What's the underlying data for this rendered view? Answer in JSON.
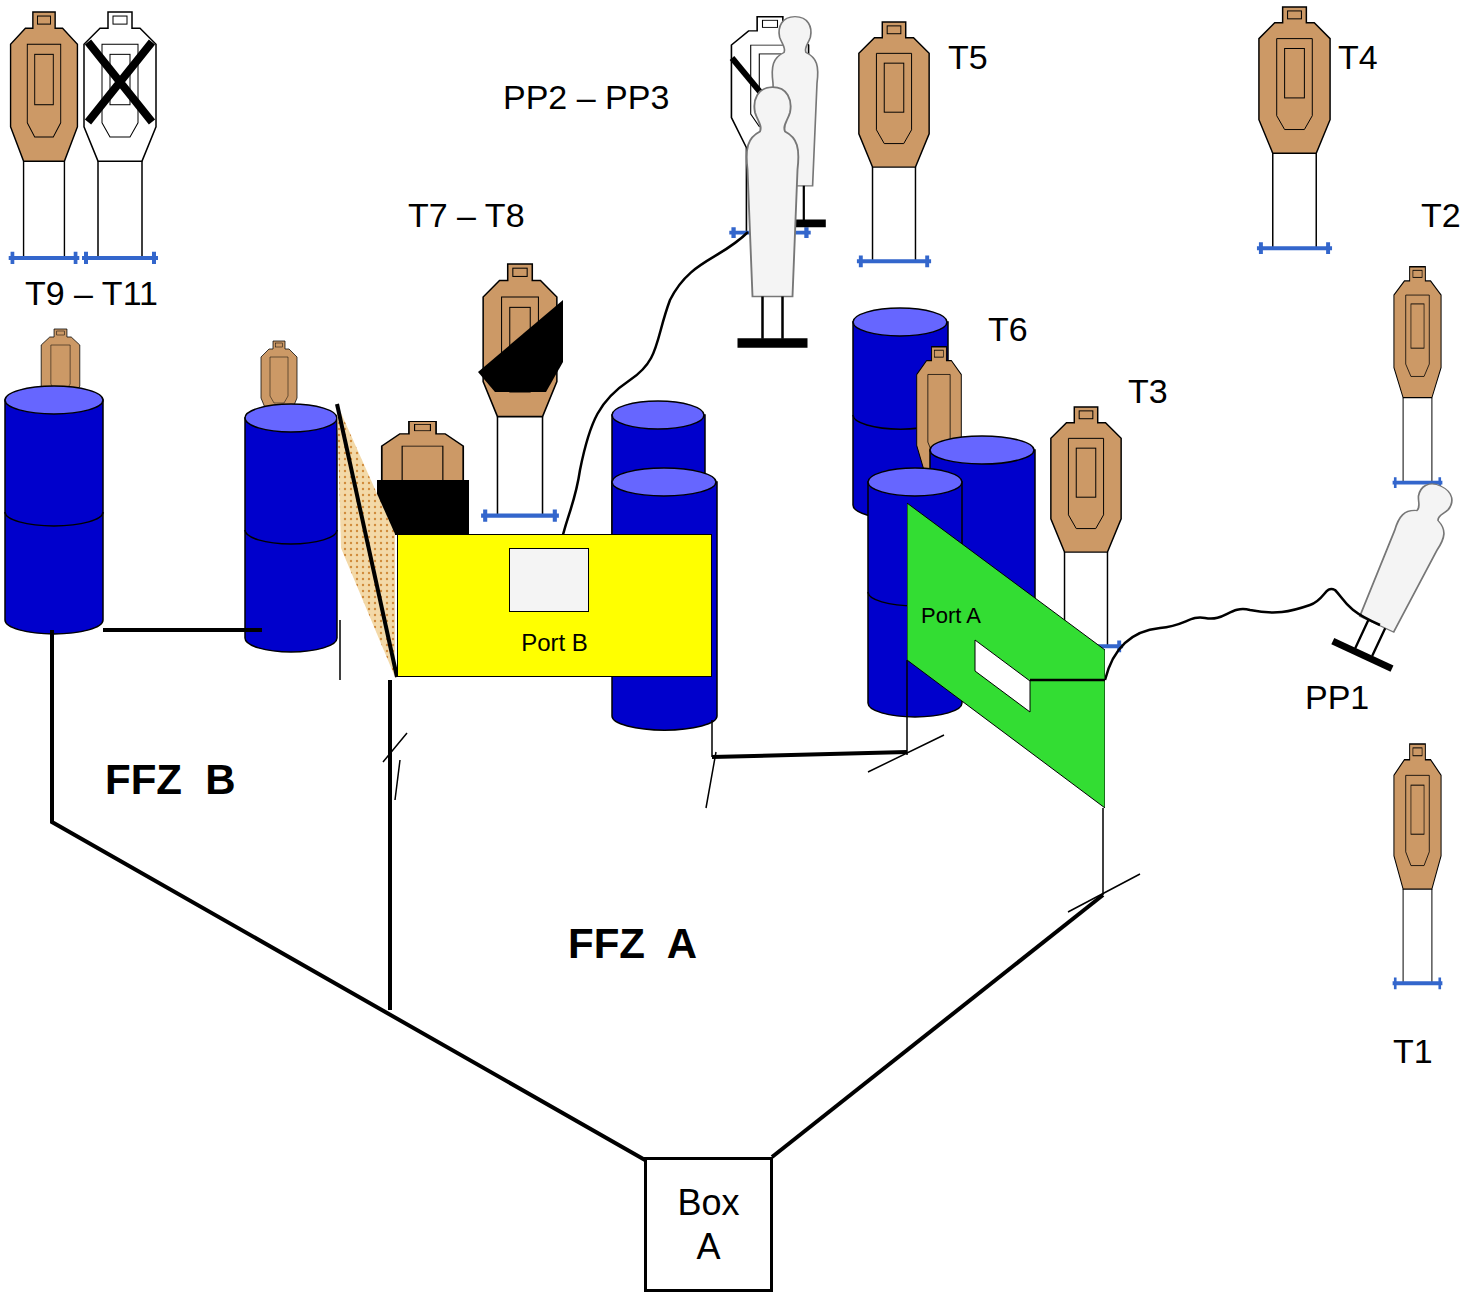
{
  "diagram": {
    "nodes": [
      {
        "text": [
          "Port B"
        ]
      },
      {
        "text": [
          "Port A"
        ]
      },
      {
        "text": [
          "Box A"
        ]
      }
    ],
    "labels": [
      "T9 – T11",
      "PP2 – PP3",
      "T7 – T8",
      "T5",
      "T4",
      "T2",
      "T6",
      "T3",
      "PP1",
      "FFZ  B",
      "FFZ  A",
      "T1"
    ]
  }
}
